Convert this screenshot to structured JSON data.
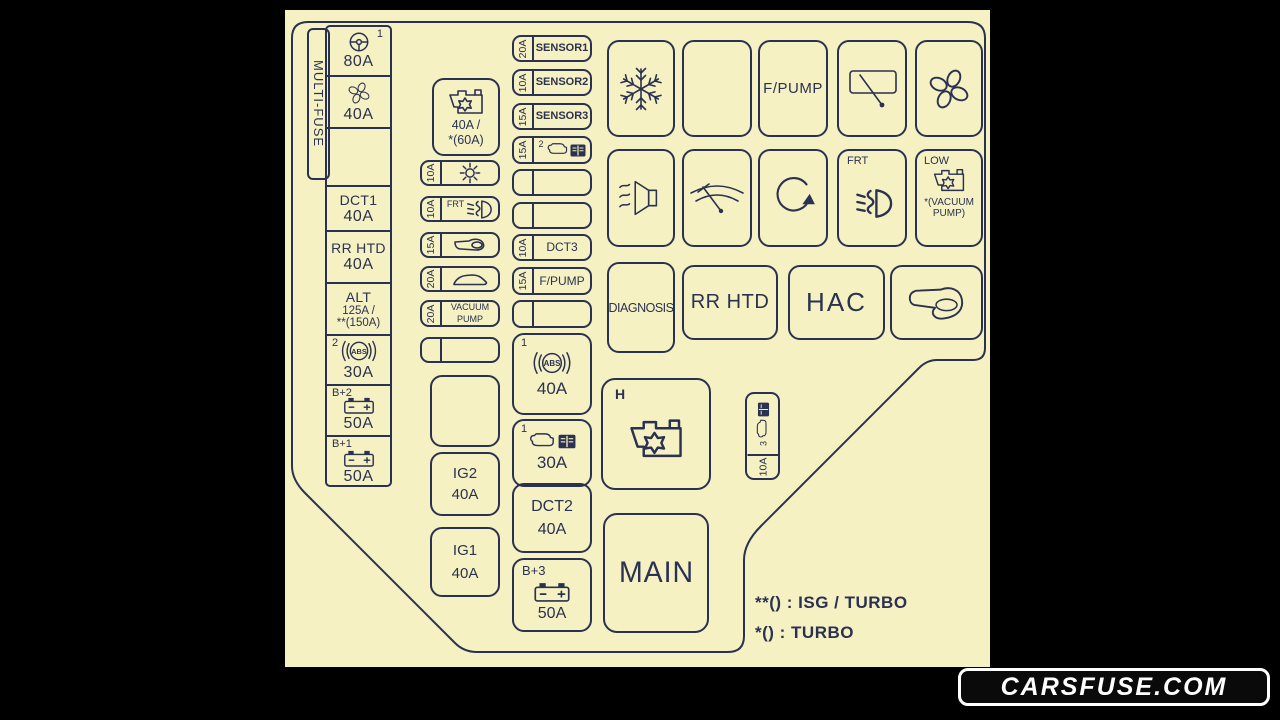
{
  "colors": {
    "background": "#000000",
    "panel": "#f5f1c3",
    "ink": "#2b3150",
    "watermark_bg": "#0a0a0a",
    "watermark_text": "#ffffff"
  },
  "watermark": {
    "text": "CARSFUSE.COM"
  },
  "legend": {
    "line1": "**() : ISG / TURBO",
    "line2": "*() : TURBO"
  },
  "multi_fuse": {
    "label": "MULTI-FUSE",
    "cells": [
      {
        "sup": "1",
        "icon": "steering-wheel-icon",
        "amp": "80A"
      },
      {
        "icon": "fan-icon",
        "amp": "40A"
      },
      {
        "empty": true
      },
      {
        "name": "DCT1",
        "amp": "40A"
      },
      {
        "name": "RR HTD",
        "amp": "40A"
      },
      {
        "name": "ALT",
        "amp": "125A /",
        "amp_alt": "**(150A)"
      },
      {
        "sup": "2",
        "icon": "abs-icon",
        "amp": "30A"
      },
      {
        "name": "B+2",
        "icon": "battery-icon",
        "amp": "50A"
      },
      {
        "name": "B+1",
        "icon": "battery-icon",
        "amp": "50A"
      }
    ]
  },
  "engine_fuse": {
    "icon": "engine-icon",
    "amp": "40A /",
    "amp_alt": "*(60A)"
  },
  "left_fuses": [
    {
      "amp": "10A",
      "icon": "ac-icon"
    },
    {
      "amp": "10A",
      "label": "FRT",
      "icon": "fog-light-icon"
    },
    {
      "amp": "15A",
      "icon": "horn-icon"
    },
    {
      "amp": "20A",
      "icon": "car-icon"
    },
    {
      "amp": "20A",
      "label": "VACUUM",
      "label2": "PUMP"
    },
    {
      "empty": true
    }
  ],
  "left_boxes": {
    "ig2": {
      "name": "IG2",
      "amp": "40A"
    },
    "ig1": {
      "name": "IG1",
      "amp": "40A"
    }
  },
  "sensor_fuses": [
    {
      "amp": "20A",
      "label": "SENSOR1"
    },
    {
      "amp": "10A",
      "label": "SENSOR2"
    },
    {
      "amp": "15A",
      "label": "SENSOR3"
    },
    {
      "amp": "15A",
      "sup": "2",
      "icons": [
        "engine-icon",
        "book-icon"
      ]
    },
    {
      "empty": true
    },
    {
      "empty": true
    },
    {
      "amp": "10A",
      "label": "DCT3"
    },
    {
      "amp": "15A",
      "label": "F/PUMP"
    },
    {
      "empty": true
    }
  ],
  "mid_boxes": [
    {
      "sup": "1",
      "icon": "abs-icon",
      "amp": "40A"
    },
    {
      "sup": "1",
      "icons": [
        "engine-icon",
        "book-icon"
      ],
      "amp": "30A"
    },
    {
      "name": "DCT2",
      "amp": "40A"
    },
    {
      "name": "B+3",
      "icon": "battery-icon",
      "amp": "50A"
    }
  ],
  "relays": {
    "row1": [
      {
        "icon": "snowflake-icon"
      },
      {
        "empty": true
      },
      {
        "label": "F/PUMP"
      },
      {
        "icon": "wiper-panel-icon"
      },
      {
        "icon": "fan-icon"
      }
    ],
    "row2": [
      {
        "icon": "blower-icon"
      },
      {
        "icon": "windshield-wiper-icon"
      },
      {
        "icon": "rotation-arrow-icon"
      },
      {
        "label": "FRT",
        "icon": "fog-light-icon"
      },
      {
        "label": "LOW",
        "icon": "engine-icon",
        "sub": "*(VACUUM",
        "sub2": "PUMP)"
      }
    ],
    "row3": [
      {
        "label": "DIAGNOSIS"
      },
      {
        "label": "RR HTD"
      },
      {
        "label": "HAC"
      },
      {
        "icon": "horn-icon"
      }
    ]
  },
  "h_box": {
    "label": "H",
    "icon": "engine-icon"
  },
  "vertical_fuse": {
    "sup": "3",
    "icons": [
      "engine-icon",
      "book-icon"
    ],
    "amp": "10A"
  },
  "main_box": {
    "label": "MAIN"
  }
}
